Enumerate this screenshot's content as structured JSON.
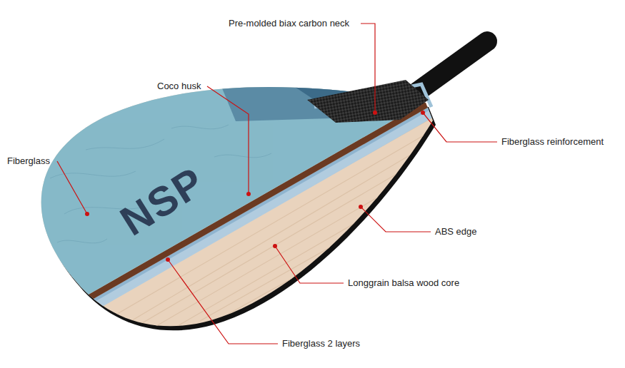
{
  "diagram": {
    "labels": [
      "Pre-molded biax carbon neck",
      "Coco husk",
      "Fiberglass",
      "Fiberglass reinforcement",
      "ABS edge",
      "Longgrain balsa wood core",
      "Fiberglass 2 layers",
      "NSP"
    ]
  }
}
